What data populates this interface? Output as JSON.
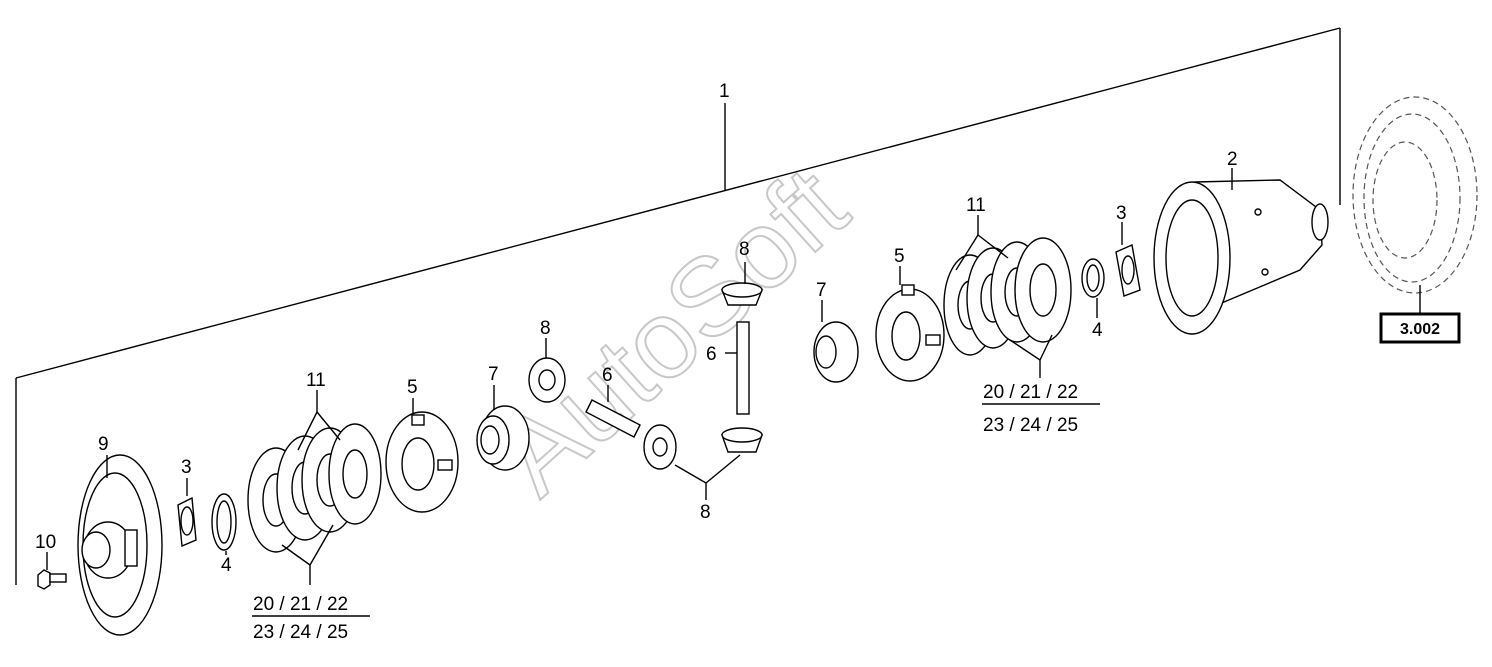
{
  "watermark": "AutoSoft",
  "assembly_label": "1",
  "ref_box": "3.002",
  "labels": {
    "p1": "1",
    "p2": "2",
    "p3a": "3",
    "p3b": "3",
    "p4a": "4",
    "p4b": "4",
    "p5a": "5",
    "p5b": "5",
    "p6a": "6",
    "p6b": "6",
    "p7a": "7",
    "p7b": "7",
    "p8a": "8",
    "p8b": "8",
    "p8c": "8",
    "p9": "9",
    "p10": "10",
    "p11a": "11",
    "p11b": "11"
  },
  "fraction": {
    "top": "20 / 21 / 22",
    "bottom": "23 / 24 / 25"
  }
}
